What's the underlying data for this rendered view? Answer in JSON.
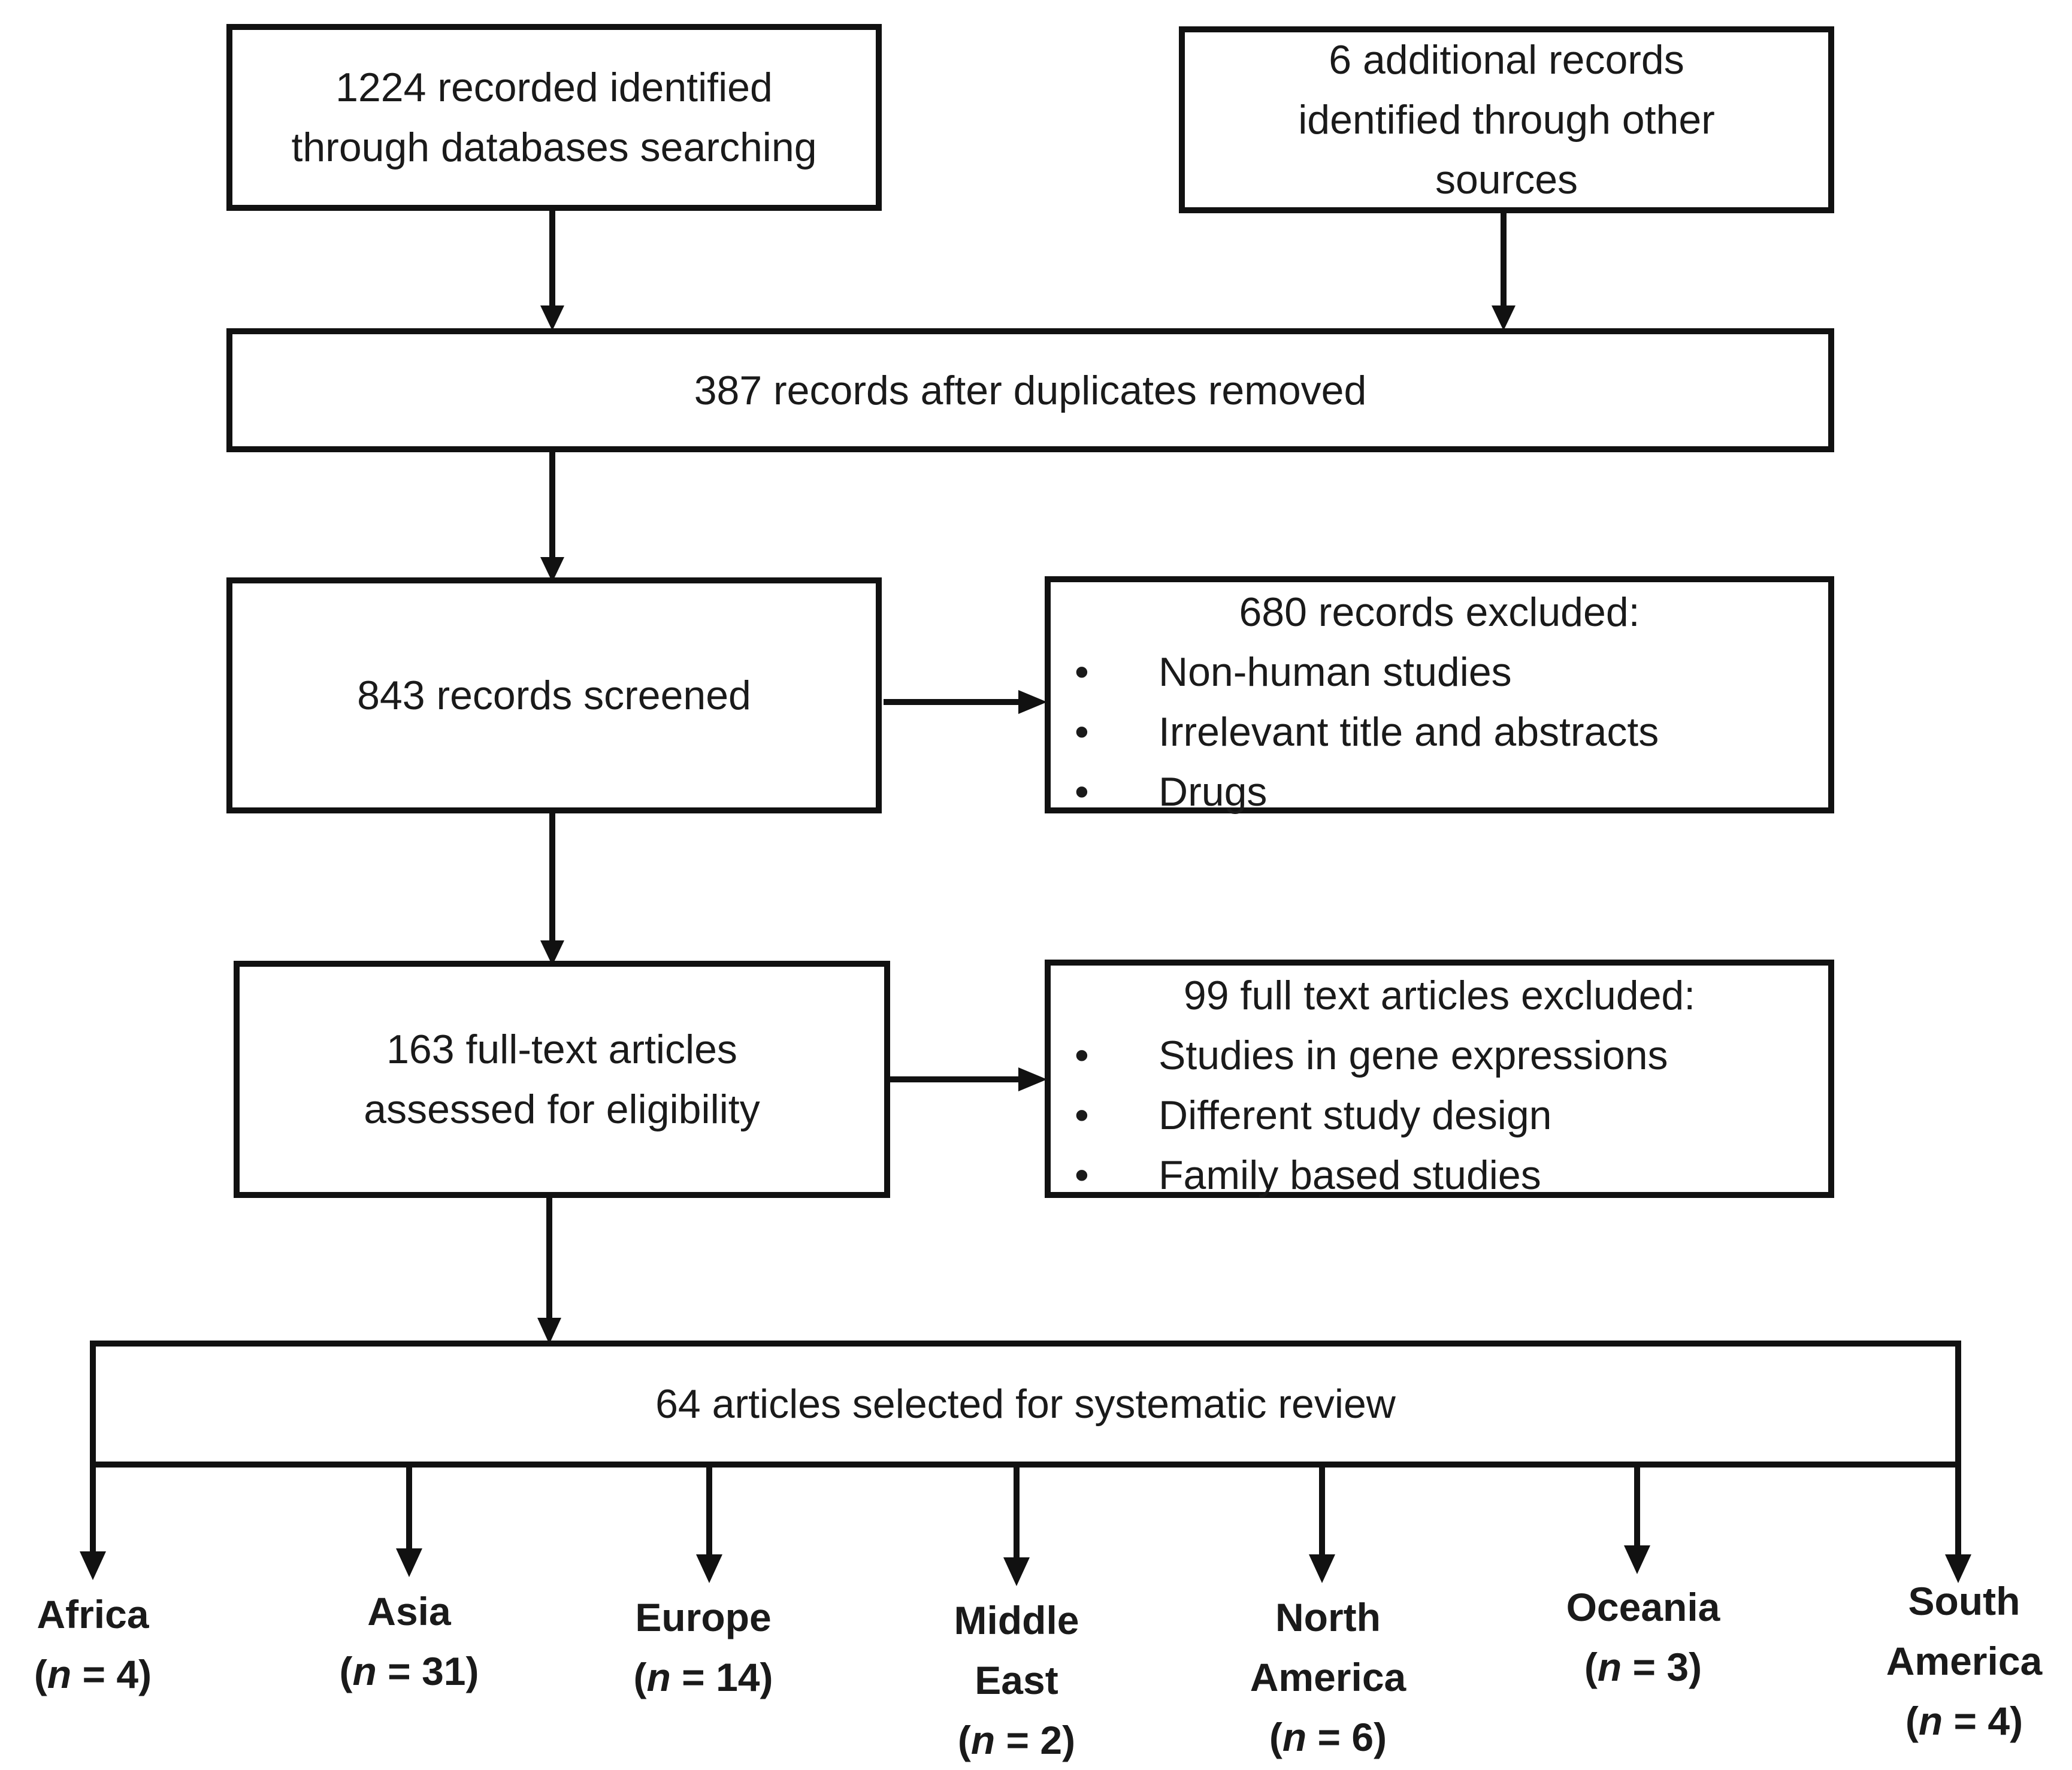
{
  "boxes": {
    "db_search": {
      "lines": [
        "1224 recorded identified",
        "through databases searching"
      ]
    },
    "other_sources": {
      "lines": [
        "6  additional records",
        "identified through other",
        "sources"
      ]
    },
    "after_duplicates": {
      "lines": [
        "387 records after duplicates removed"
      ]
    },
    "screened": {
      "lines": [
        "843 records screened"
      ]
    },
    "excluded_screening": {
      "heading": "680 records excluded:",
      "bullet": "•",
      "items": [
        "Non-human studies",
        "Irrelevant title and abstracts",
        "Drugs"
      ]
    },
    "fulltext": {
      "lines": [
        "163 full-text articles",
        "assessed  for eligibility"
      ]
    },
    "excluded_fulltext": {
      "heading": "99 full text articles excluded:",
      "bullet": "•",
      "items": [
        "Studies in gene expressions",
        "Different study design",
        "Family based studies"
      ]
    },
    "selected": {
      "lines": [
        "64 articles selected for systematic review"
      ]
    }
  },
  "regions": [
    {
      "name_lines": [
        "Africa"
      ],
      "n_label": "n",
      "n_value": "4"
    },
    {
      "name_lines": [
        "Asia"
      ],
      "n_label": "n",
      "n_value": "31"
    },
    {
      "name_lines": [
        "Europe"
      ],
      "n_label": "n",
      "n_value": "14"
    },
    {
      "name_lines": [
        "Middle",
        "East"
      ],
      "n_label": "n",
      "n_value": "2"
    },
    {
      "name_lines": [
        "North",
        "America"
      ],
      "n_label": "n",
      "n_value": "6"
    },
    {
      "name_lines": [
        "Oceania"
      ],
      "n_label": "n",
      "n_value": "3"
    },
    {
      "name_lines": [
        "South",
        "America"
      ],
      "n_label": "n",
      "n_value": "4"
    }
  ],
  "colors": {
    "stroke": "#111111",
    "background": "#ffffff",
    "text": "#1a1a1a"
  }
}
